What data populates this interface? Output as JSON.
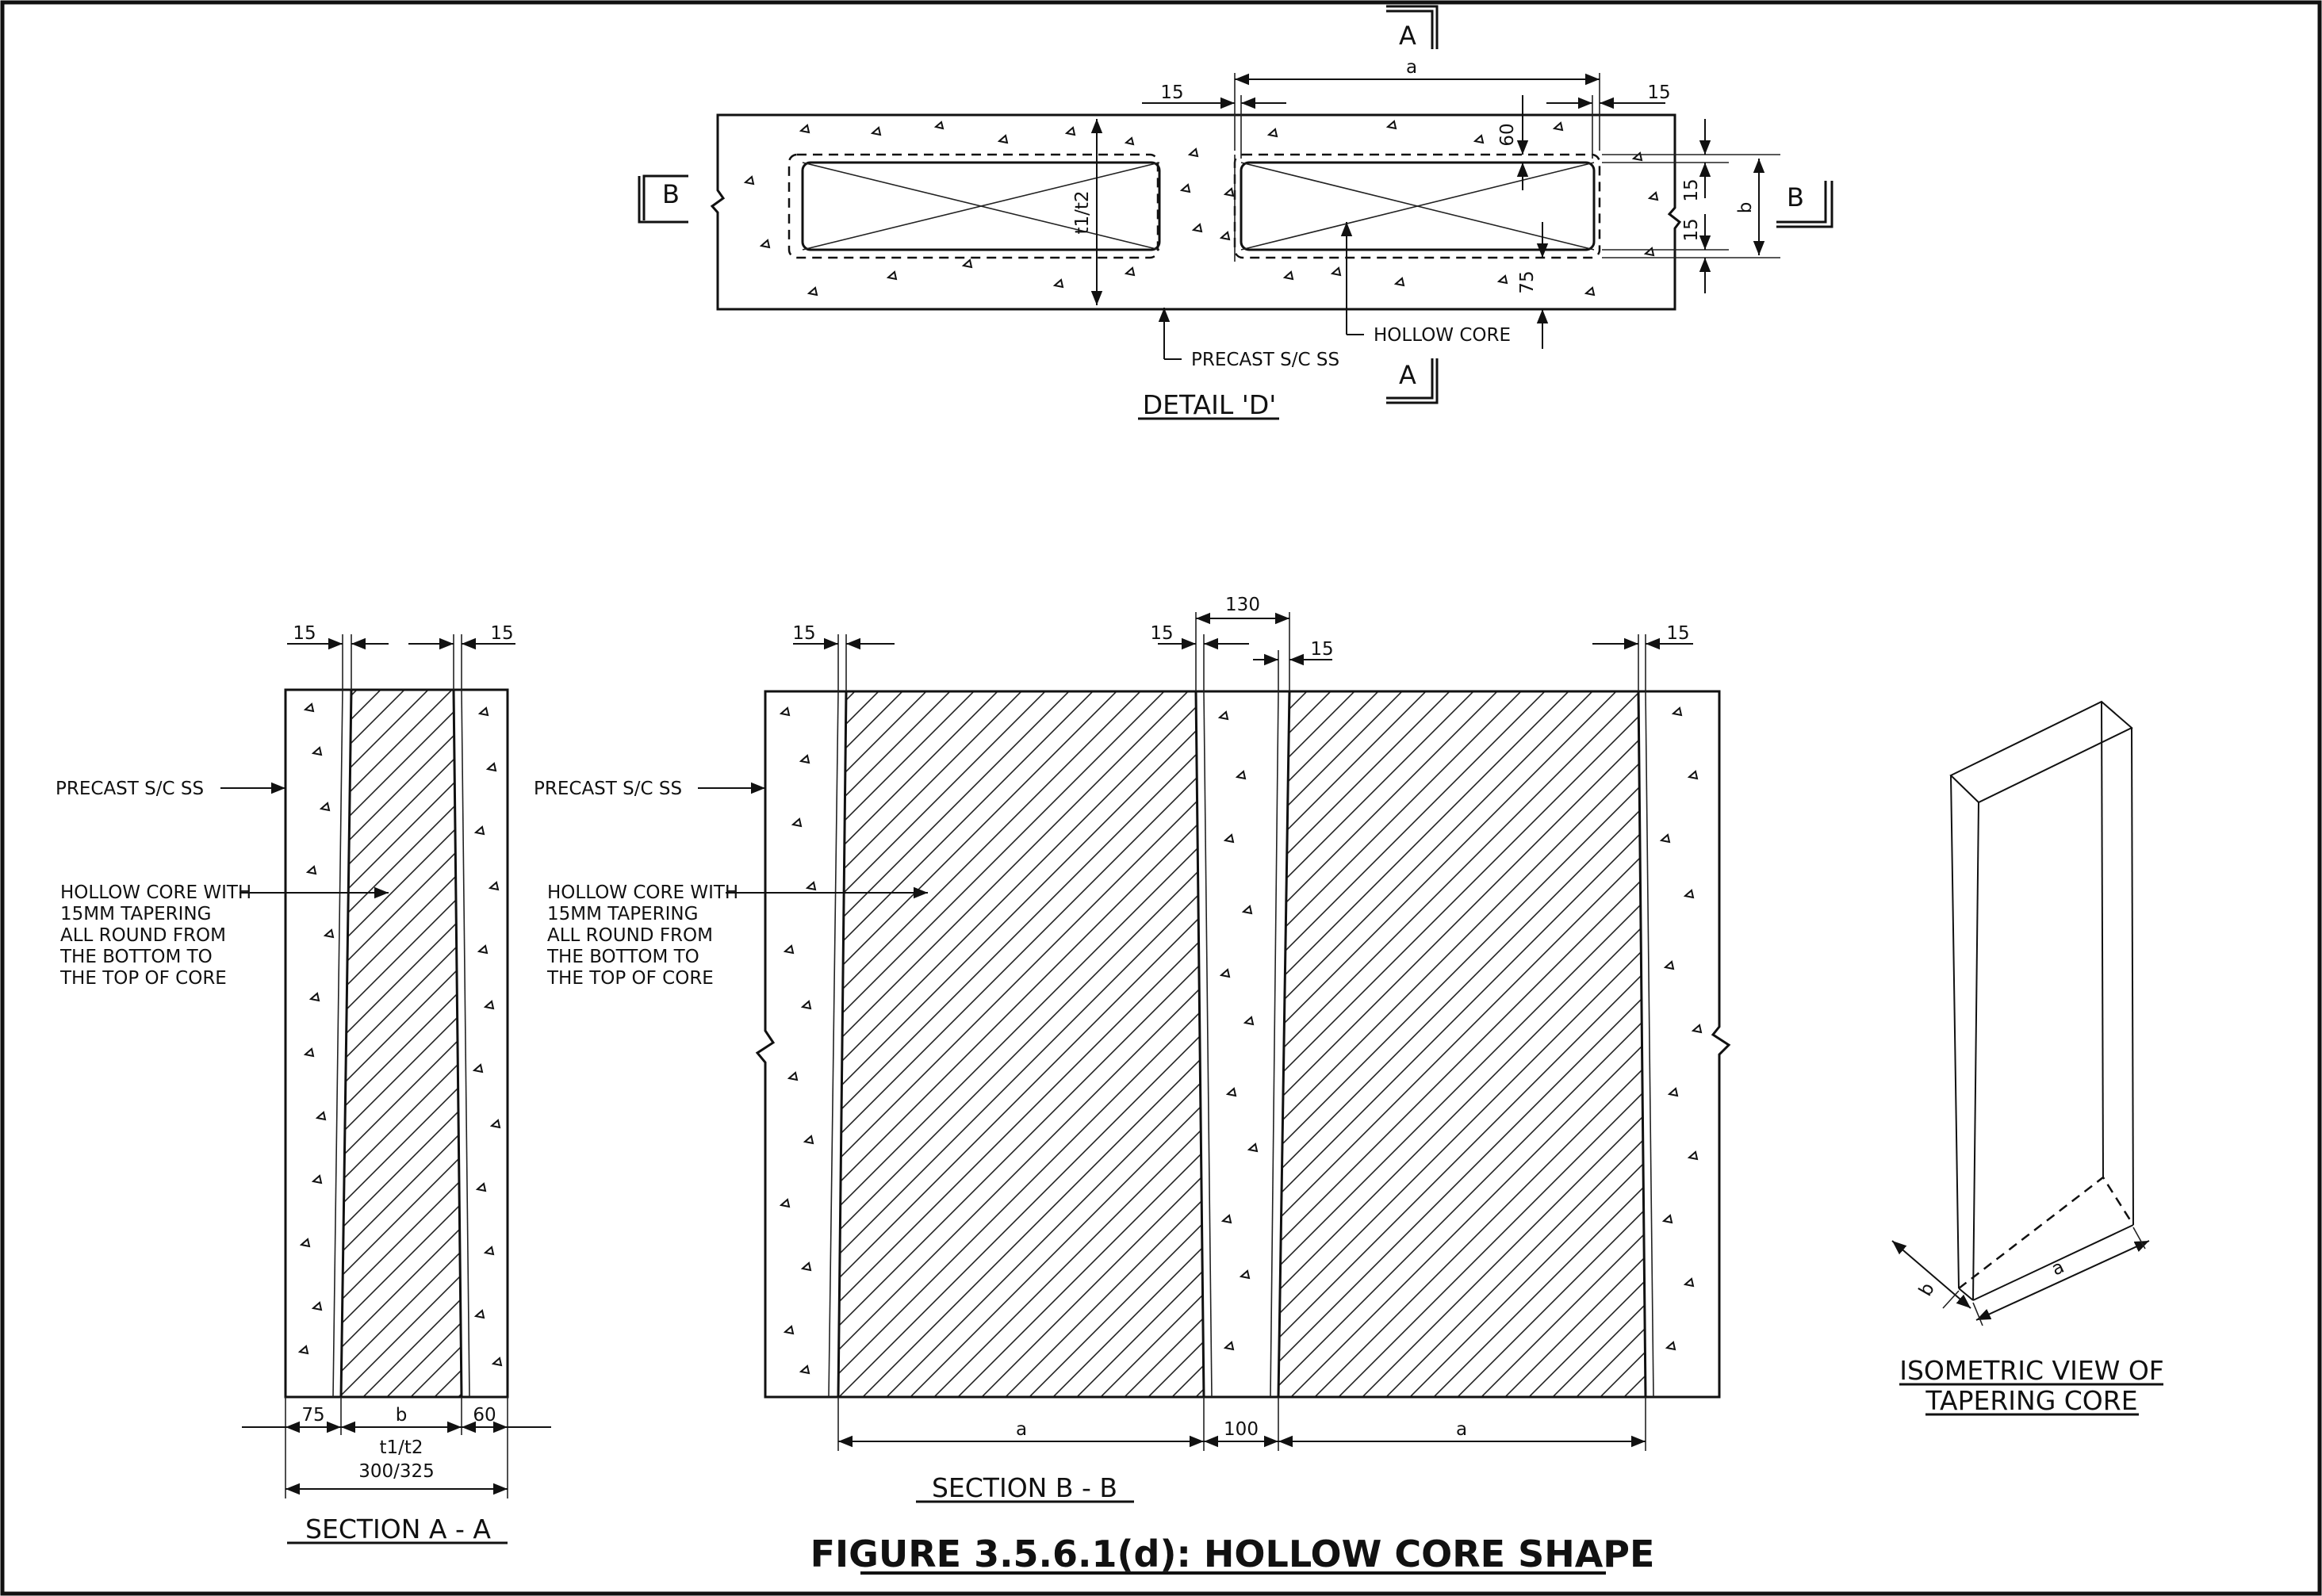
{
  "detail_d": {
    "title": "DETAIL 'D'",
    "section_mark_a": "A",
    "section_mark_b": "B",
    "dim_a": "a",
    "dim_b": "b",
    "dim_15_left": "15",
    "dim_15_right": "15",
    "dim_60": "60",
    "dim_75": "75",
    "dim_15_v1": "15",
    "dim_15_v2": "15",
    "dim_t1t2": "t1/t2",
    "label_precast": "PRECAST S/C SS",
    "label_hollow_core": "HOLLOW CORE"
  },
  "section_aa": {
    "title": "SECTION A - A",
    "dim_15_left": "15",
    "dim_15_right": "15",
    "dim_75": "75",
    "dim_b": "b",
    "dim_60": "60",
    "dim_t1t2": "t1/t2",
    "dim_total": "300/325",
    "label_precast": "PRECAST S/C SS",
    "label_hollow_lines": [
      "HOLLOW CORE WITH",
      "15MM TAPERING",
      "ALL ROUND FROM",
      "THE BOTTOM TO",
      "THE TOP OF CORE"
    ]
  },
  "section_bb": {
    "title": "SECTION B - B",
    "dim_130": "130",
    "dim_15_a": "15",
    "dim_15_b": "15",
    "dim_15_c": "15",
    "dim_15_d": "15",
    "dim_a_left": "a",
    "dim_100": "100",
    "dim_a_right": "a",
    "label_precast": "PRECAST S/C SS",
    "label_hollow_lines": [
      "HOLLOW CORE WITH",
      "15MM TAPERING",
      "ALL ROUND FROM",
      "THE BOTTOM TO",
      "THE TOP OF CORE"
    ]
  },
  "isometric": {
    "title_lines": [
      "ISOMETRIC VIEW OF",
      "TAPERING CORE"
    ],
    "dim_a": "a",
    "dim_b": "b"
  },
  "figure_caption": "FIGURE 3.5.6.1(d): HOLLOW CORE SHAPE"
}
